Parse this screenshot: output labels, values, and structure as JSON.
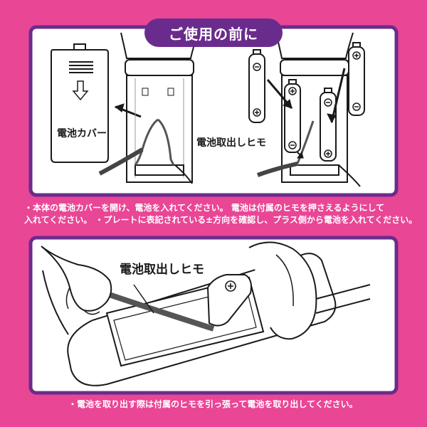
{
  "header": {
    "title": "ご使用の前に"
  },
  "panel1": {
    "cover_label": "電池カバー",
    "strap_label": "電池取出しヒモ"
  },
  "caption1": {
    "line1": "・本体の電池カバーを開け、電池を入れてください。 電池は付属のヒモを押さえるようにして",
    "line2": "入れてください。 ・プレートに表記されている±方向を確認し、プラス側から電池を入れてください。"
  },
  "panel2": {
    "strap_label": "電池取出しヒモ"
  },
  "caption2": {
    "line1": "・電池を取り出す際は付属のヒモを引っ張って電池を取り出してください。"
  },
  "colors": {
    "background": "#e94695",
    "frame": "#6a2c8c",
    "panel": "#ffffff",
    "line": "#1a1a1a"
  }
}
